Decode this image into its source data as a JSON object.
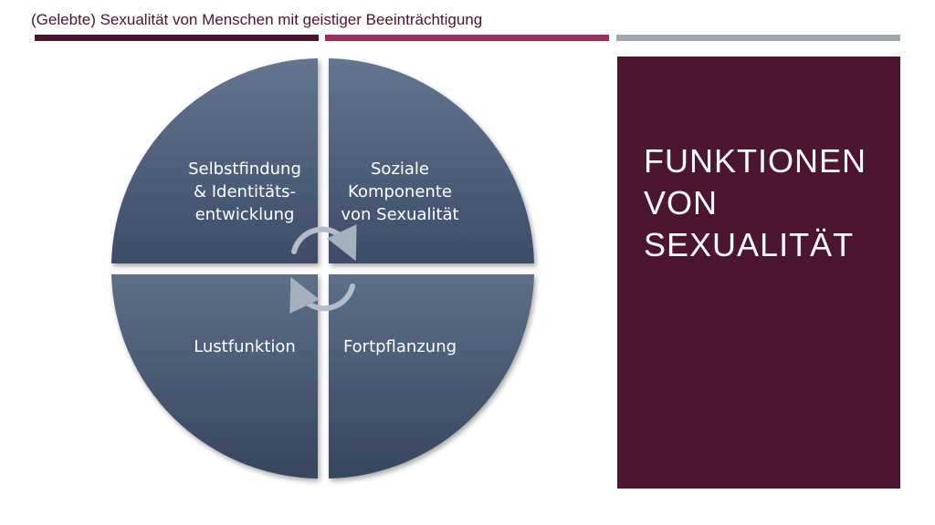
{
  "header": {
    "title": "(Gelebte) Sexualität von Menschen mit geistiger Beeinträchtigung"
  },
  "sidebar_panel": {
    "title_lines": [
      "FUNKTIONEN",
      "VON",
      "SEXUALITÄT"
    ]
  },
  "diagram": {
    "quadrants": [
      {
        "lines": [
          "Selbstfindung",
          "& Identitäts-",
          "entwicklung"
        ]
      },
      {
        "lines": [
          "Soziale",
          "Komponente",
          "von Sexualität"
        ]
      },
      {
        "lines": [
          "Lustfunktion"
        ]
      },
      {
        "lines": [
          "Fortpflanzung"
        ]
      }
    ],
    "center_icon": "cycle-arrows-icon"
  },
  "colors": {
    "brand_dark": "#4c1532",
    "brand_mid": "#9b2e5e",
    "gray_bar": "#9ea5ab",
    "quadrant_top": "#5d6e85",
    "quadrant_bottom": "#3a4a66"
  }
}
